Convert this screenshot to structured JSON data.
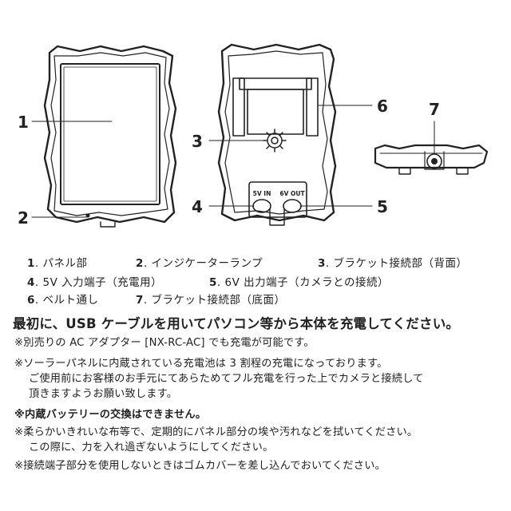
{
  "diagram": {
    "callouts": [
      "1",
      "2",
      "3",
      "4",
      "5",
      "6",
      "7"
    ],
    "port_labels": [
      "5V IN",
      "6V OUT"
    ]
  },
  "legend": [
    {
      "num": "1",
      "label": ". パネル部"
    },
    {
      "num": "2",
      "label": ". インジケーターランプ"
    },
    {
      "num": "3",
      "label": ". ブラケット接続部（背面）"
    },
    {
      "num": "4",
      "label": ". 5V 入力端子（充電用）"
    },
    {
      "num": "5",
      "label": ". 6V 出力端子（カメラとの接続）"
    },
    {
      "num": "6",
      "label": ". ベルト通し"
    },
    {
      "num": "7",
      "label": ". ブラケット接続部（底面）"
    }
  ],
  "headline": "最初に、USB ケーブルを用いてパソコン等から本体を充電してください。",
  "notes": [
    {
      "lines": [
        "※別売りの AC アダプター [NX-RC-AC] でも充電が可能です。"
      ]
    },
    {
      "lines": [
        "※ソーラーパネルに内蔵されている充電池は 3 割程の充電になっております。",
        "ご使用前にお客様のお手元にてあらためてフル充電を行った上でカメラと接続して",
        "頂きますようお願い致します。"
      ]
    },
    {
      "lines": [
        "※内蔵バッテリーの交換はできません。"
      ],
      "bold": true
    },
    {
      "lines": [
        "※柔らかいきれいな布等で、定期的にパネル部分の埃や汚れなどを拭いてください。",
        "この際に、力を入れ過ぎないようにしてください。"
      ]
    },
    {
      "lines": [
        "※接続端子部分を使用しないときはゴムカバーを差し込んでおいてください。"
      ]
    }
  ]
}
